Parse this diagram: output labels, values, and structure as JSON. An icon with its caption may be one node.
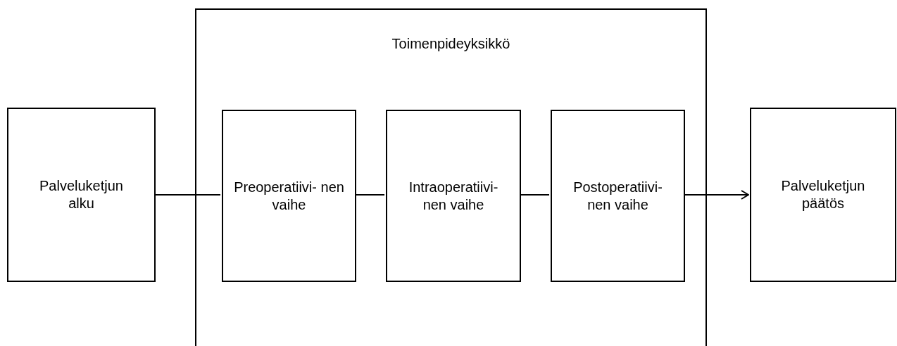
{
  "diagram": {
    "nodes": [
      {
        "text": [
          "Palveluketjun alku"
        ]
      },
      {
        "text": [
          "Toimenpideyksikkö"
        ]
      },
      {
        "text": [
          "Preoperatiivi- nen vaihe"
        ],
        "in": 1
      },
      {
        "text": [
          "Intraoperatiivi- nen vaihe"
        ],
        "in": 1
      },
      {
        "text": [
          "Postoperatiivi- nen vaihe"
        ],
        "in": 1
      },
      {
        "text": [
          "Palveluketjun päätös"
        ]
      }
    ],
    "edges": [
      {
        "from": 0,
        "to": 2,
        "arrow": "none"
      },
      {
        "from": 2,
        "to": 3,
        "arrow": "none"
      },
      {
        "from": 3,
        "to": 4,
        "arrow": "none"
      },
      {
        "from": 4,
        "to": 5,
        "arrow": "to"
      }
    ]
  }
}
